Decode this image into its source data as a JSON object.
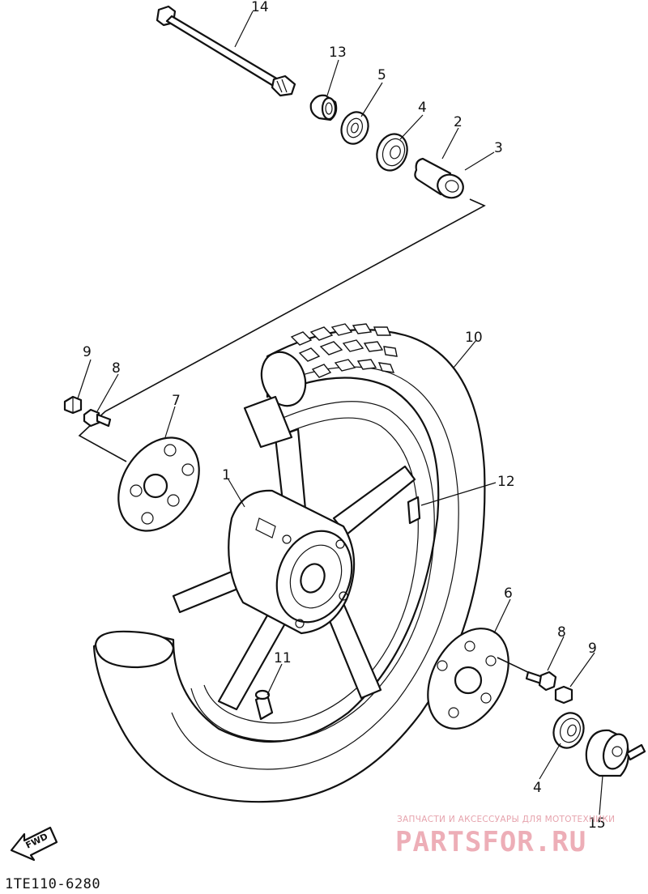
{
  "diagram": {
    "code": "1TE110-6280",
    "direction_label": "FWD",
    "callouts": {
      "n1": "1",
      "n2": "2",
      "n3": "3",
      "n4_top": "4",
      "n4_bottom": "4",
      "n5": "5",
      "n6": "6",
      "n7": "7",
      "n8_left": "8",
      "n8_right": "8",
      "n9_left": "9",
      "n9_right": "9",
      "n10": "10",
      "n11": "11",
      "n12": "12",
      "n13": "13",
      "n14": "14",
      "n15": "15"
    }
  },
  "watermark": {
    "tagline": "ЗАПЧАСТИ И АКСЕССУАРЫ ДЛЯ МОТОТЕХНИКИ",
    "logo": "PARTSFOR.RU"
  }
}
